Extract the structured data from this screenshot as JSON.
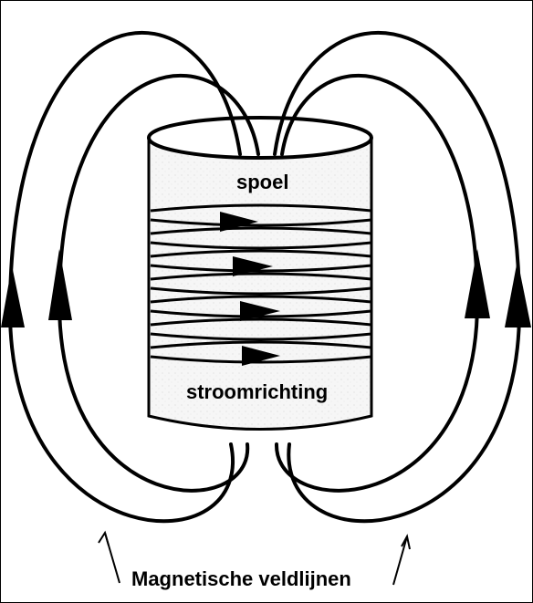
{
  "diagram": {
    "coil_label": "spoel",
    "current_label": "stroomrichting",
    "field_lines_label": "Magnetische veldlijnen"
  },
  "colors": {
    "ink": "#000000",
    "coil_shading": "#f3f3f3",
    "background": "#ffffff"
  }
}
